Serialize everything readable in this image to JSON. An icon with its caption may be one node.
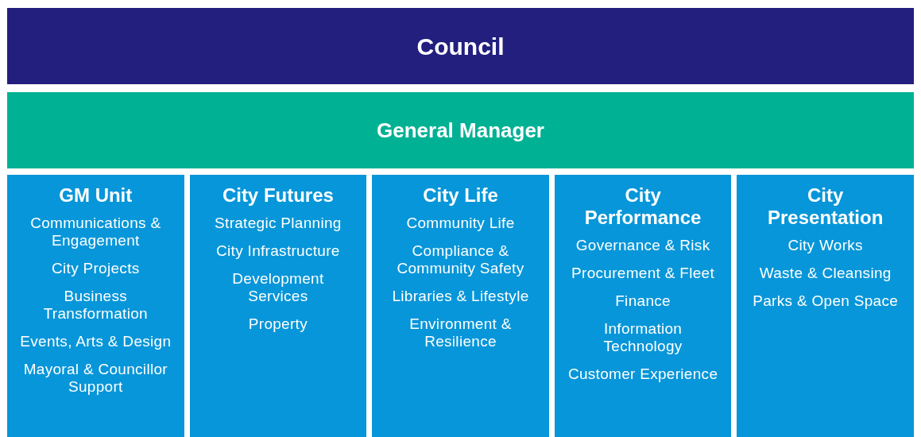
{
  "diagram": {
    "nodes": [
      {
        "text": [
          "Council"
        ]
      },
      {
        "text": [
          "General Manager"
        ]
      },
      {
        "text": [
          "GM Unit",
          "Communications & Engagement",
          "City Projects",
          "Business Transformation",
          "Events, Arts & Design",
          "Mayoral & Councillor Support"
        ]
      },
      {
        "text": [
          "City Futures",
          "Strategic Planning",
          "City Infrastructure",
          "Development Services",
          "Property"
        ]
      },
      {
        "text": [
          "City Life",
          "Community Life",
          "Compliance & Community Safety",
          "Libraries & Lifestyle",
          "Environment & Resilience"
        ]
      },
      {
        "text": [
          "City Performance",
          "Governance & Risk",
          "Procurement & Fleet",
          "Finance",
          "Information Technology",
          "Customer Experience"
        ]
      },
      {
        "text": [
          "City Presentation",
          "City Works",
          "Waste & Cleansing",
          "Parks & Open Space"
        ]
      }
    ]
  }
}
